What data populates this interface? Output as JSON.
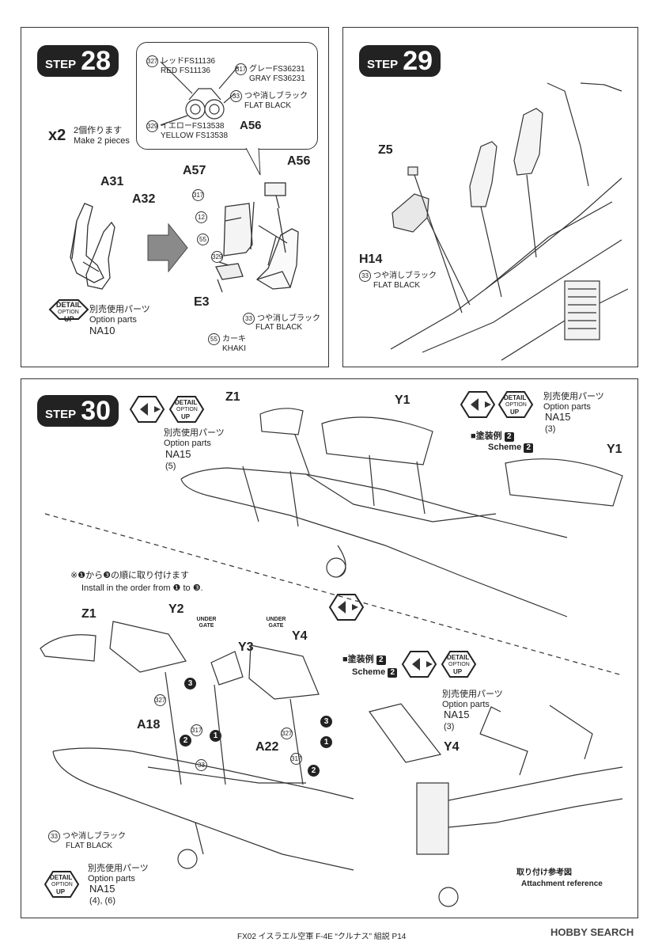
{
  "step28": {
    "step_word": "STEP",
    "step_num": "28",
    "multiplier": "x2",
    "make_jp": "2個作ります",
    "make_en": "Make 2 pieces",
    "callout": {
      "red_code": "327",
      "red_jp": "レッドFS11136",
      "red_en": "RED FS11136",
      "gray_code": "317",
      "gray_jp": "グレーFS36231",
      "gray_en": "GRAY FS36231",
      "flat_code": "33",
      "flat_jp": "つや消しブラック",
      "flat_en": "FLAT BLACK",
      "yellow_code": "329",
      "yellow_jp": "イエローFS13538",
      "yellow_en": "YELLOW FS13538",
      "part": "A56"
    },
    "parts": {
      "a31": "A31",
      "a32": "A32",
      "a57": "A57",
      "a56": "A56",
      "e3": "E3"
    },
    "paint_codes": {
      "c317": "317",
      "c12": "12",
      "c55": "55",
      "c329": "329"
    },
    "flat_code": "33",
    "flat_jp": "つや消しブラック",
    "flat_en": "FLAT BLACK",
    "khaki_code": "55",
    "khaki_jp": "カーキ",
    "khaki_en": "KHAKI",
    "detail": {
      "top": "DETAIL",
      "mid": "OPTION",
      "bottom": "UP"
    },
    "option_jp": "別売使用パーツ",
    "option_en": "Option parts",
    "option_part": "NA10"
  },
  "step29": {
    "step_word": "STEP",
    "step_num": "29",
    "part_z5": "Z5",
    "part_h14": "H14",
    "flat_code": "33",
    "flat_jp": "つや消しブラック",
    "flat_en": "FLAT BLACK"
  },
  "step30": {
    "step_word": "STEP",
    "step_num": "30",
    "detail": {
      "top": "DETAIL",
      "mid": "OPTION",
      "bottom": "UP"
    },
    "option_jp": "別売使用パーツ",
    "option_en": "Option parts",
    "option_part_a": "NA15",
    "option_num_a": "(5)",
    "option_part_b": "NA15",
    "option_num_b": "(3)",
    "option_part_c": "NA15",
    "option_num_c": "(3)",
    "option_part_d": "NA15",
    "option_num_d": "(4), (6)",
    "scheme_jp": "■塗装例",
    "scheme_en": "Scheme",
    "scheme_num": "2",
    "parts": {
      "z1": "Z1",
      "y1": "Y1",
      "y1b": "Y1",
      "z1b": "Z1",
      "y2": "Y2",
      "y3": "Y3",
      "y4": "Y4",
      "y4b": "Y4",
      "a18": "A18",
      "a22": "A22"
    },
    "order_jp": "※❶から❸の順に取り付けます",
    "order_en": "Install in the order from ❶ to ❸.",
    "under_gate": "UNDER GATE",
    "paint": {
      "c327": "327",
      "c317": "317",
      "c33": "33"
    },
    "flat_code": "33",
    "flat_jp": "つや消しブラック",
    "flat_en": "FLAT BLACK",
    "attach_jp": "取り付け参考図",
    "attach_en": "Attachment reference"
  },
  "footer": {
    "text": "FX02 イスラエル空軍 F-4E “クルナス” 組説 P14",
    "watermark": "HOBBY SEARCH"
  }
}
